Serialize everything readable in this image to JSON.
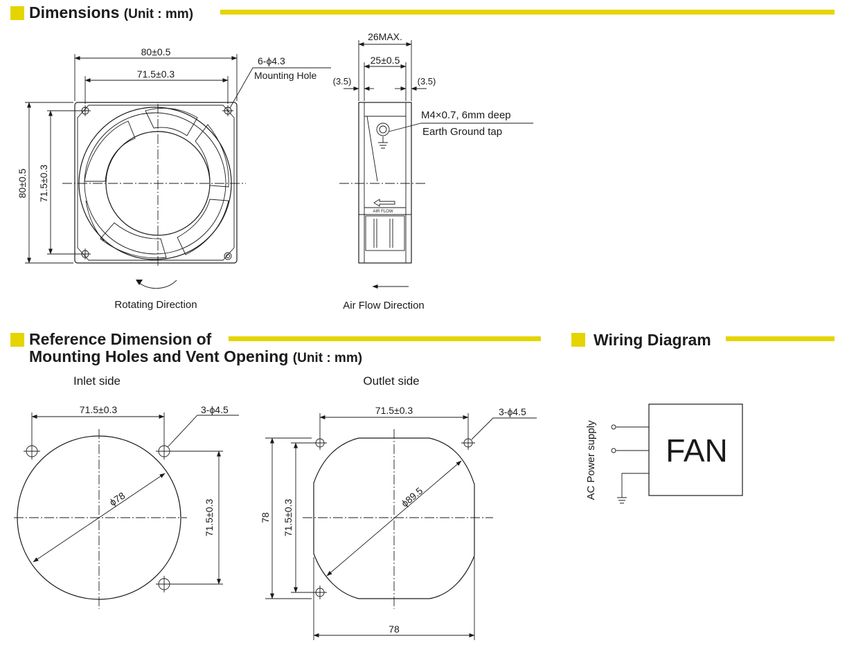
{
  "headers": {
    "dimensions": {
      "title": "Dimensions",
      "unit": "(Unit : mm)"
    },
    "reference": {
      "line1": "Reference Dimension of",
      "line2": "Mounting Holes and Vent Opening",
      "unit": "(Unit : mm)"
    },
    "wiring": {
      "title": "Wiring Diagram"
    }
  },
  "front_view": {
    "width_outer": "80±0.5",
    "width_holes": "71.5±0.3",
    "height_outer": "80±0.5",
    "height_holes": "71.5±0.3",
    "hole_callout": "6-ϕ4.3",
    "hole_label": "Mounting Hole",
    "rotating_label": "Rotating Direction"
  },
  "side_view": {
    "max_depth": "26MAX.",
    "depth": "25±0.5",
    "left_gap": "(3.5)",
    "right_gap": "(3.5)",
    "tap_line1": "M4×0.7, 6mm deep",
    "tap_line2": "Earth Ground tap",
    "airflow_mark": "AIR FLOW",
    "airflow_label": "Air Flow Direction"
  },
  "inlet": {
    "caption": "Inlet side",
    "width_holes": "71.5±0.3",
    "hole_callout": "3-ϕ4.5",
    "diameter": "ϕ78",
    "height_holes": "71.5±0.3"
  },
  "outlet": {
    "caption": "Outlet side",
    "width_holes": "71.5±0.3",
    "hole_callout": "3-ϕ4.5",
    "diameter": "ϕ89.5",
    "height_outer": "78",
    "height_holes": "71.5±0.3",
    "width_outer": "78"
  },
  "wiring": {
    "supply_label": "AC Power supply",
    "fan_label": "FAN"
  },
  "colors": {
    "accent": "#e6d400",
    "ink": "#1a1a1a"
  }
}
